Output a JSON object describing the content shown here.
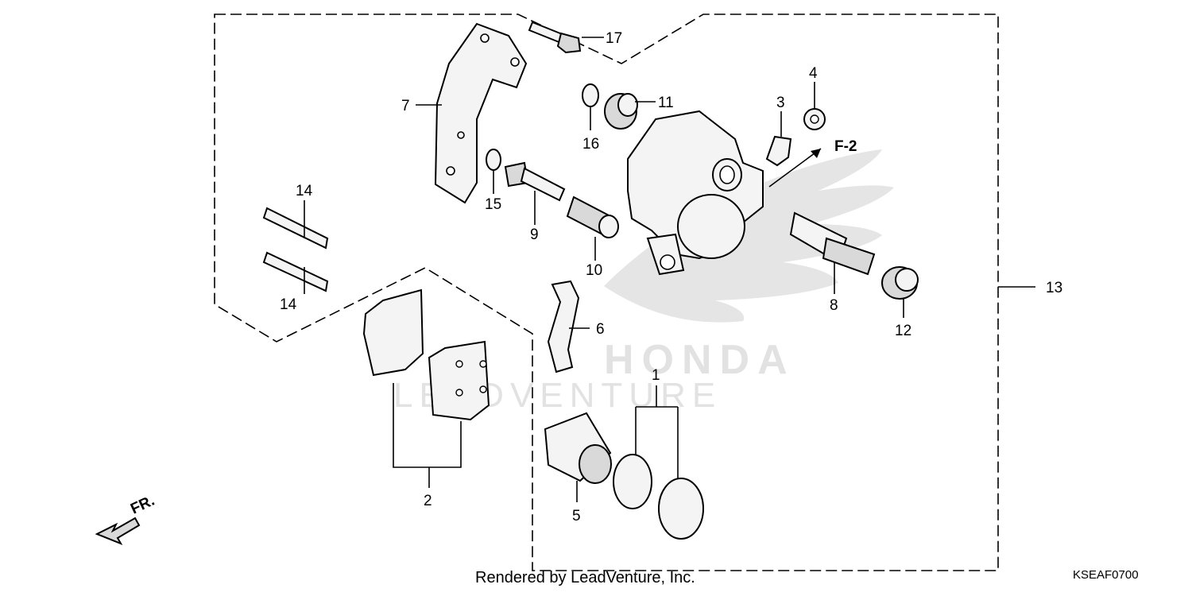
{
  "diagram": {
    "callouts": {
      "c1": "1",
      "c2": "2",
      "c3": "3",
      "c4": "4",
      "c5": "5",
      "c6": "6",
      "c7": "7",
      "c8": "8",
      "c9": "9",
      "c10": "10",
      "c11": "11",
      "c12": "12",
      "c13": "13",
      "c14a": "14",
      "c14b": "14",
      "c15": "15",
      "c16": "16",
      "c17": "17"
    },
    "reference_label": "F-2",
    "front_label": "FR.",
    "watermark_brand": "HONDA",
    "watermark_site": "LEADVENTURE"
  },
  "footer": {
    "rendered_by": "Rendered by LeadVenture, Inc.",
    "diagram_code": "KSEAF0700"
  }
}
